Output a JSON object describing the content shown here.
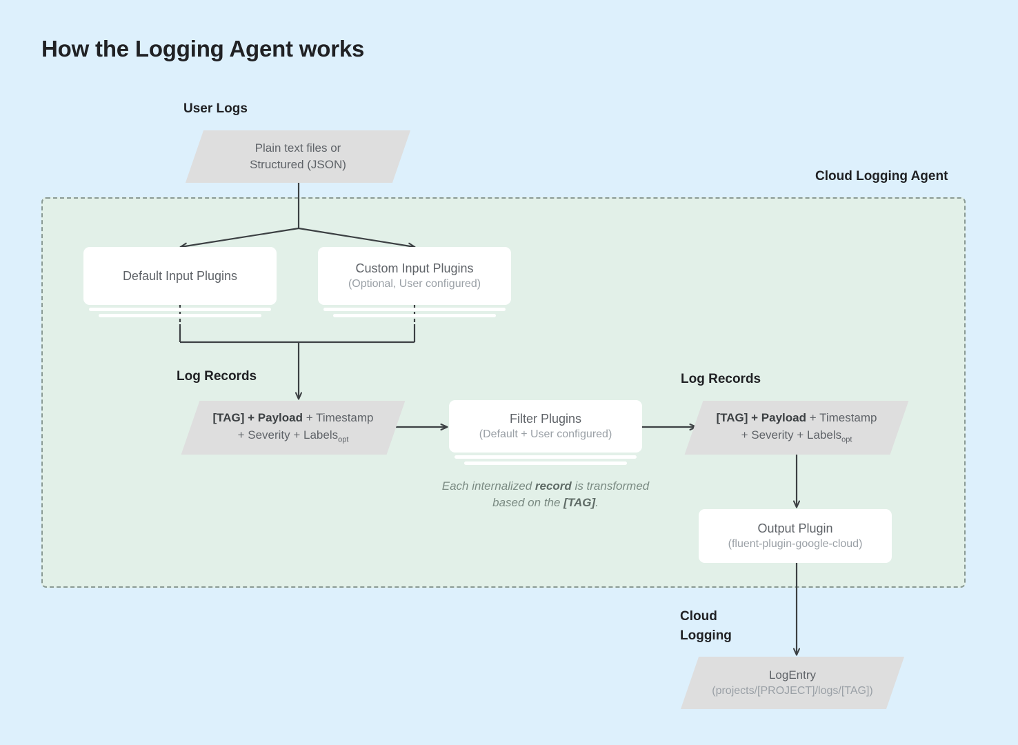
{
  "page": {
    "title": "How the Logging Agent works",
    "bg_color": "#ddf0fc",
    "panel_color": "#e2f0e8",
    "shape_color": "#dedede",
    "accent_text": "#202124"
  },
  "labels": {
    "user_logs": "User Logs",
    "cloud_logging_agent": "Cloud Logging Agent",
    "log_records_left": "Log Records",
    "log_records_right": "Log Records",
    "cloud_logging": "Cloud\nLogging"
  },
  "nodes": {
    "user_logs_source": {
      "line1": "Plain text files or",
      "line2": "Structured (JSON)"
    },
    "default_input_plugins": {
      "title": "Default Input Plugins",
      "sub": ""
    },
    "custom_input_plugins": {
      "title": "Custom Input Plugins",
      "sub": "(Optional, User configured)"
    },
    "log_record_left": {
      "bold": "[TAG] + Payload",
      "rest1": " + Timestamp",
      "rest2": "+ Severity + Labels",
      "subscript": "opt"
    },
    "filter_plugins": {
      "title": "Filter Plugins",
      "sub": "(Default + User configured)"
    },
    "log_record_right": {
      "bold": "[TAG] + Payload",
      "rest1": " + Timestamp",
      "rest2": "+ Severity + Labels",
      "subscript": "opt"
    },
    "output_plugin": {
      "title": "Output Plugin",
      "sub": "(fluent-plugin-google-cloud)"
    },
    "log_entry": {
      "title": "LogEntry",
      "sub": "(projects/[PROJECT]/logs/[TAG])"
    }
  },
  "note": {
    "part1": "Each internalized ",
    "bold1": "record",
    "part2": " is transformed based on the ",
    "bold2": "[TAG]",
    "part3": "."
  }
}
